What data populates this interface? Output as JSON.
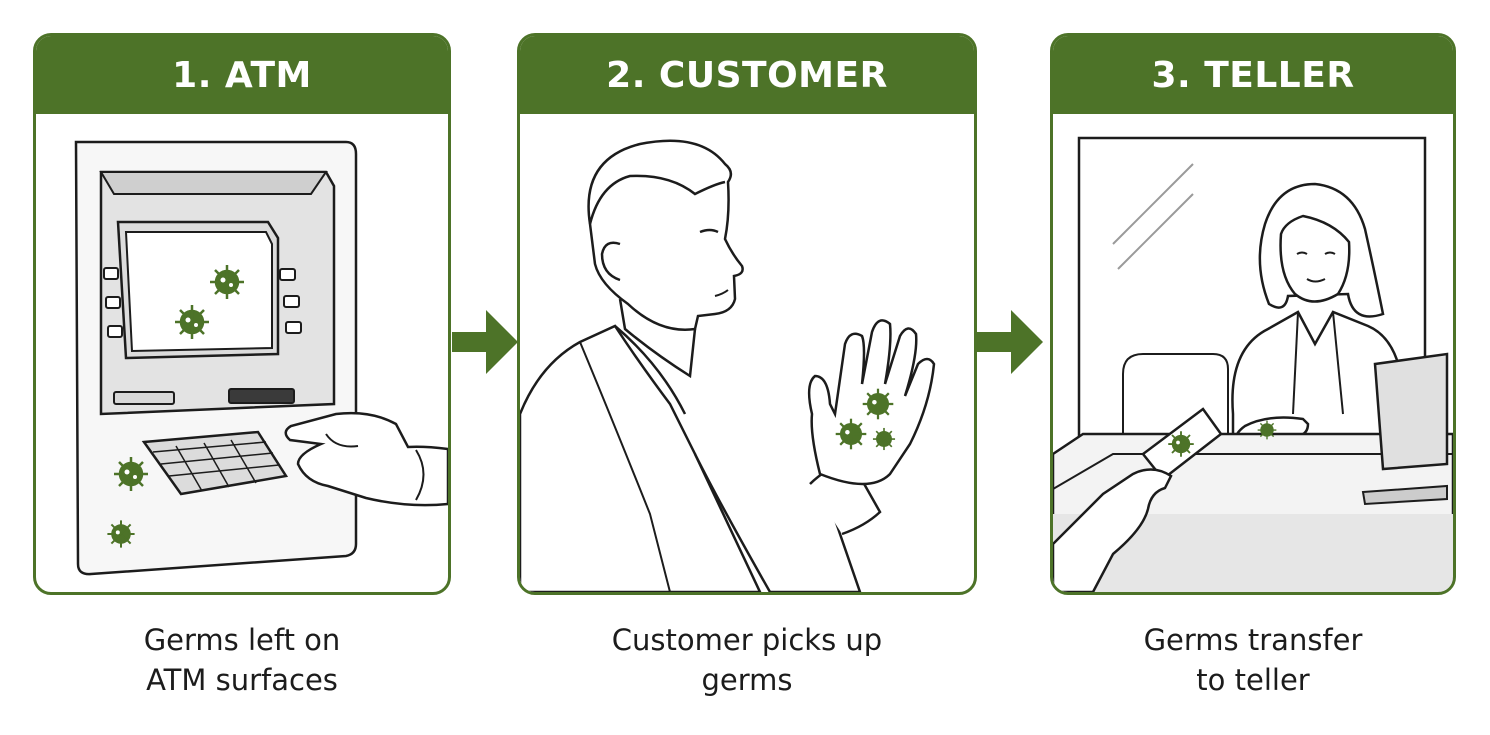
{
  "colors": {
    "accent": "#4d7328",
    "germ": "#4d7328",
    "line": "#1c1c1c",
    "text": "#1c1c1c"
  },
  "steps": [
    {
      "title": "1. ATM",
      "caption_line1": "Germs left on",
      "caption_line2": "ATM surfaces",
      "illustration": "atm-keypad-with-germs"
    },
    {
      "title": "2. CUSTOMER",
      "caption_line1": "Customer picks up",
      "caption_line2": "germs",
      "illustration": "customer-hand-with-germs"
    },
    {
      "title": "3. TELLER",
      "caption_line1": "Germs transfer",
      "caption_line2": "to teller",
      "illustration": "teller-receiving-card"
    }
  ],
  "arrows": [
    "right-arrow-icon",
    "right-arrow-icon"
  ]
}
